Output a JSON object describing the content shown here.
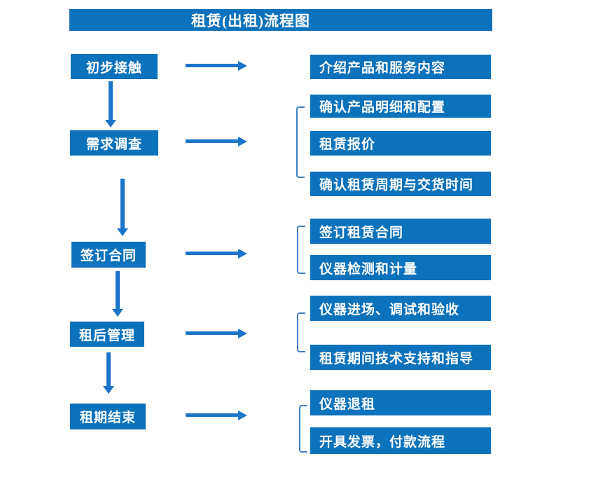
{
  "title": "租赁(出租)流程图",
  "colors": {
    "box_fill": "#0D72BC",
    "arrow": "#1B74C9",
    "bracket": "#3F7FC1",
    "box_text": "#FFFFFF",
    "background": "#FFFFFF"
  },
  "icons": {
    "right_arrow": "→",
    "down_arrow": "↓",
    "group_bracket": "["
  },
  "steps": [
    {
      "label": "初步接触",
      "outputs": [
        "介绍产品和服务内容"
      ]
    },
    {
      "label": "需求调查",
      "outputs": [
        "确认产品明细和配置",
        "租赁报价",
        "确认租赁周期与交货时间"
      ]
    },
    {
      "label": "签订合同",
      "outputs": [
        "签订租赁合同",
        "仪器检测和计量"
      ]
    },
    {
      "label": "租后管理",
      "outputs": [
        "仪器进场、调试和验收",
        "租赁期间技术支持和指导"
      ]
    },
    {
      "label": "租期结束",
      "outputs": [
        "仪器退租",
        "开具发票，付款流程"
      ]
    }
  ]
}
